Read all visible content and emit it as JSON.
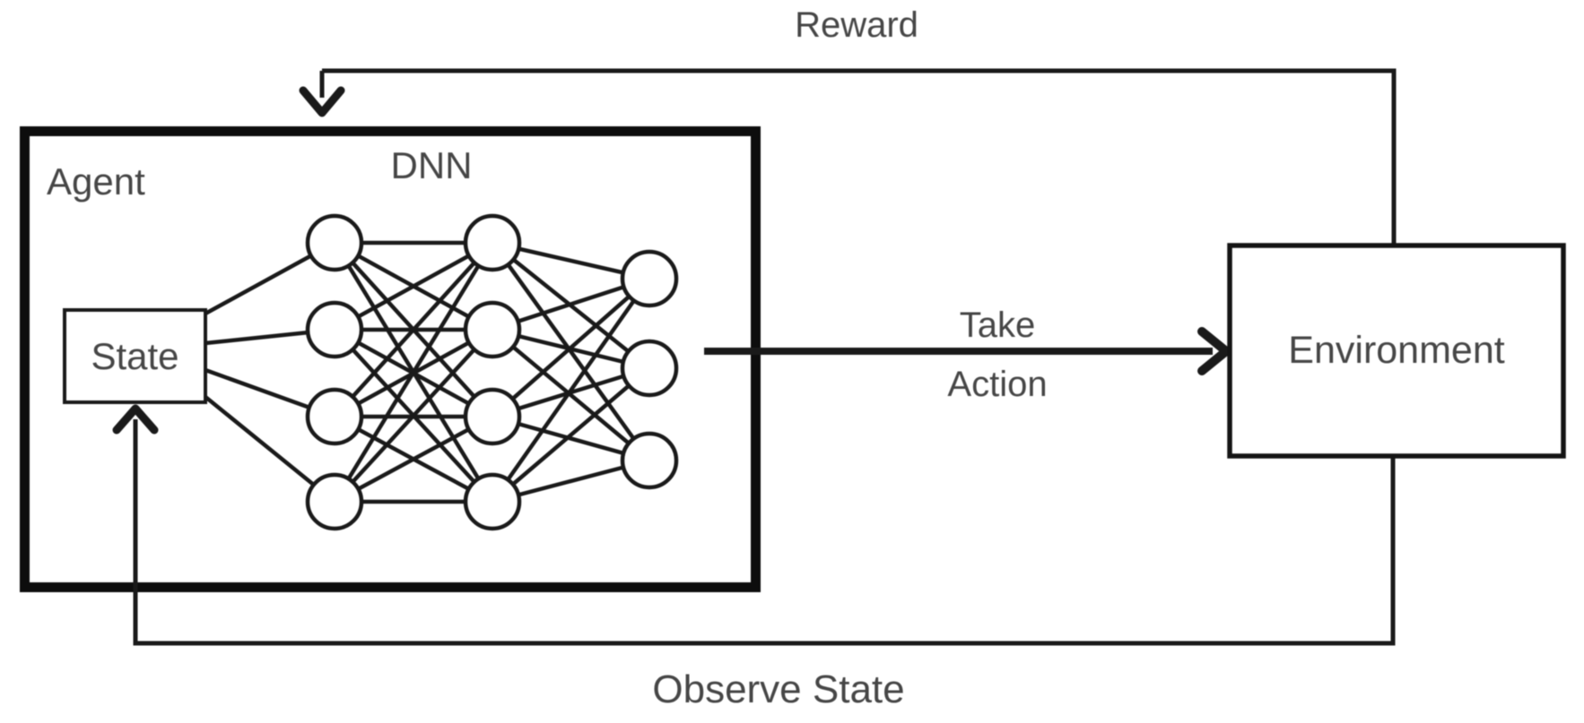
{
  "diagram": {
    "title": "Reinforcement learning loop with deep neural network agent",
    "labels": {
      "reward": "Reward",
      "agent": "Agent",
      "dnn": "DNN",
      "state": "State",
      "take_action_line1": "Take",
      "take_action_line2": "Action",
      "environment": "Environment",
      "observe_state": "Observe State"
    },
    "network": {
      "layers": [
        4,
        4,
        3
      ]
    },
    "colors": {
      "background": "#ffffff",
      "line": "#1a1a1a",
      "thick_border": "#0d0d0d",
      "label_text": "#464646"
    }
  }
}
